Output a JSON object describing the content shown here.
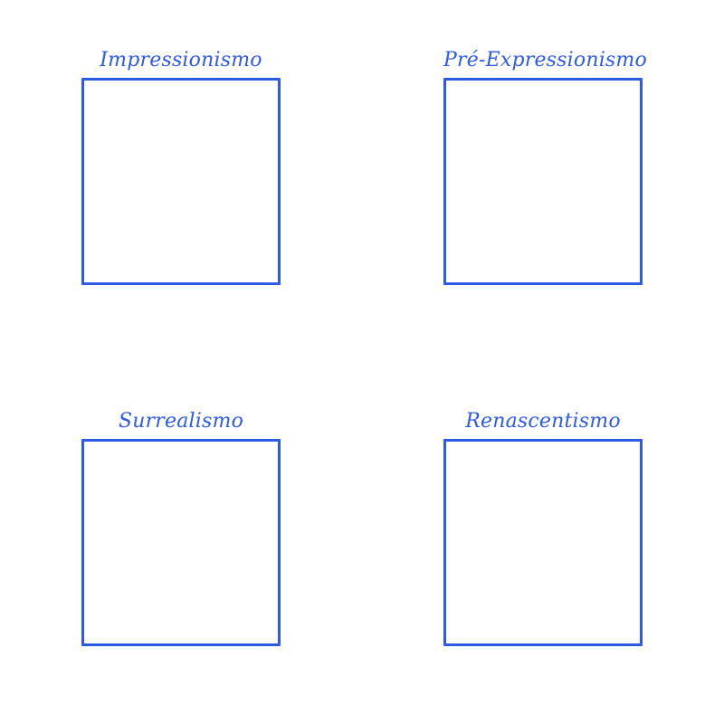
{
  "accent_color": "#2d5be3",
  "boxes": [
    {
      "label": "Impressionismo"
    },
    {
      "label": "Pré-Expressionismo"
    },
    {
      "label": "Surrealismo"
    },
    {
      "label": "Renascentismo"
    }
  ]
}
